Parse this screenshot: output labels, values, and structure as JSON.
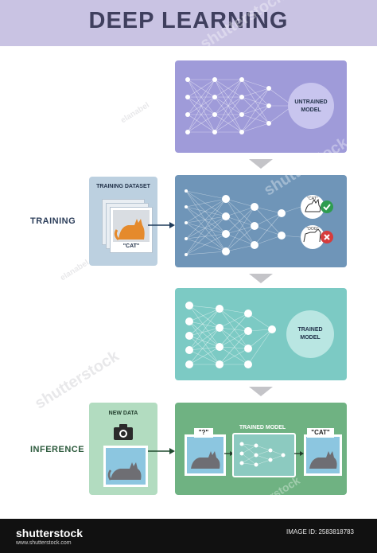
{
  "title": "DEEP LEARNING",
  "labels": {
    "training": "TRAINING",
    "inference": "INFERENCE"
  },
  "panels": {
    "untrained": "UNTRAINED MODEL",
    "training_dataset": "TRAINING DATASET",
    "cat_caption": "\"CAT\"",
    "result_cat": "\"CAT\"",
    "result_dog": "\"DOG\"",
    "trained": "TRAINED MODEL",
    "new_data": "NEW DATA",
    "question": "\"?\"",
    "trained_model_small": "TRAINED MODEL",
    "output": "\"CAT\""
  },
  "watermarks": [
    "shutterstock",
    "shutterstock",
    "shutterstock",
    "shutterstock",
    "elanabel",
    "elanabel"
  ],
  "footer": {
    "brand": "shutterstock",
    "site": "www.shutterstock.com",
    "image_id": "IMAGE ID: 2583818783"
  },
  "colors": {
    "header": "#c9c3e3",
    "untrained": "#9f9bd9",
    "training": "#6f95b8",
    "trained": "#7ccac4",
    "inference": "#6fb282",
    "check": "#2e9c4f",
    "cross": "#d63c3c"
  }
}
